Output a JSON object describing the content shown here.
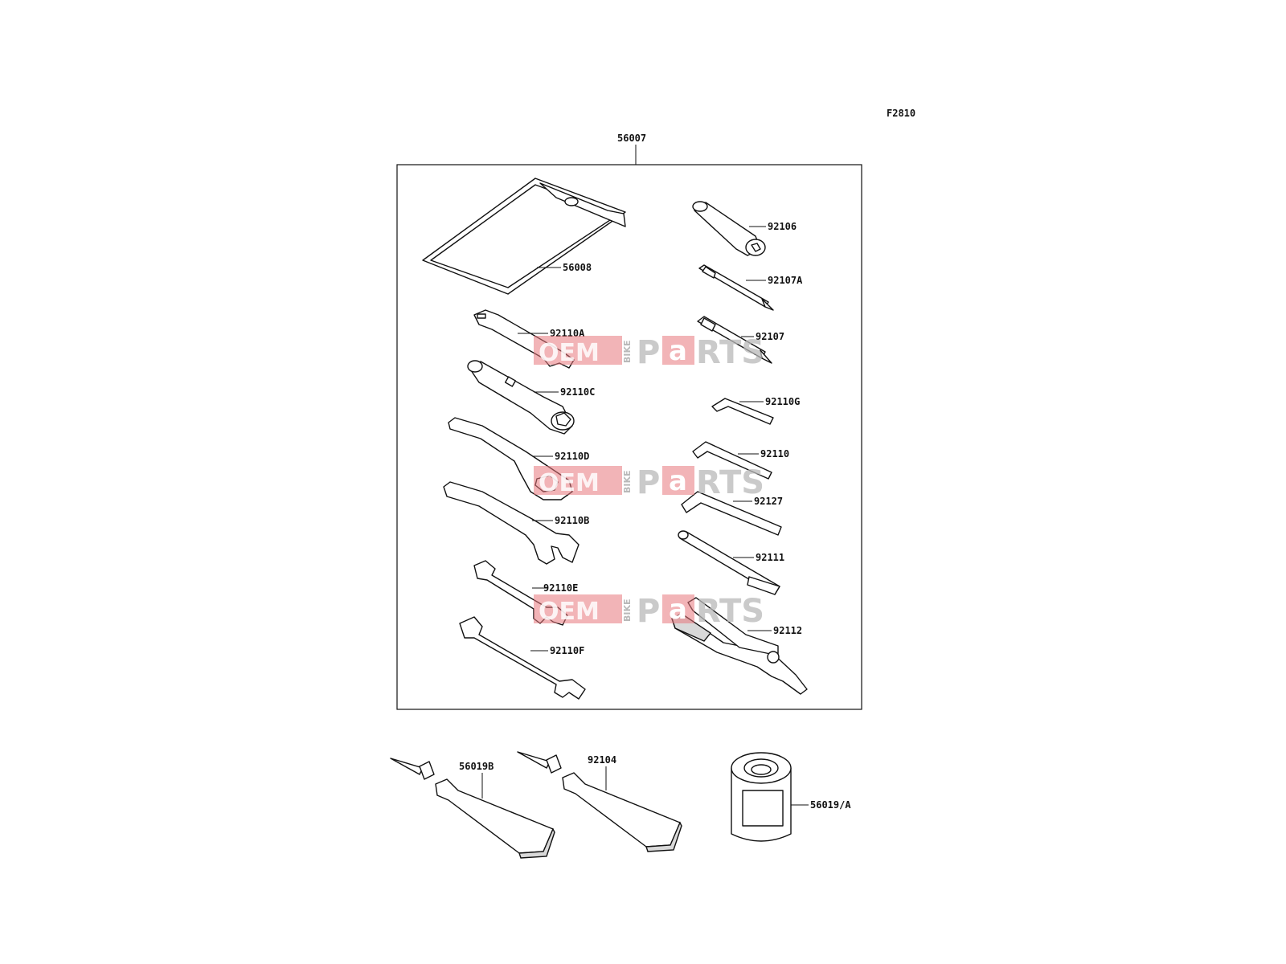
{
  "figure_code": "F2810",
  "kit_label": "56007",
  "parts": {
    "p56008": "56008",
    "p92106": "92106",
    "p92107A": "92107A",
    "p92110A": "92110A",
    "p92107": "92107",
    "p92110C": "92110C",
    "p92110G": "92110G",
    "p92110D": "92110D",
    "p92110": "92110",
    "p92127": "92127",
    "p92110B": "92110B",
    "p92111": "92111",
    "p92110E": "92110E",
    "p92112": "92112",
    "p92110F": "92110F",
    "p56019B": "56019B",
    "p92104": "92104",
    "p56019A": "56019/A"
  },
  "watermark": {
    "oem": "OEM",
    "bike": "BIKE",
    "p": "P",
    "a": "a",
    "rts": "RTS"
  },
  "colors": {
    "line": "#111111",
    "watermark_red": "#e8767c",
    "watermark_grey": "#b9b9b9"
  }
}
